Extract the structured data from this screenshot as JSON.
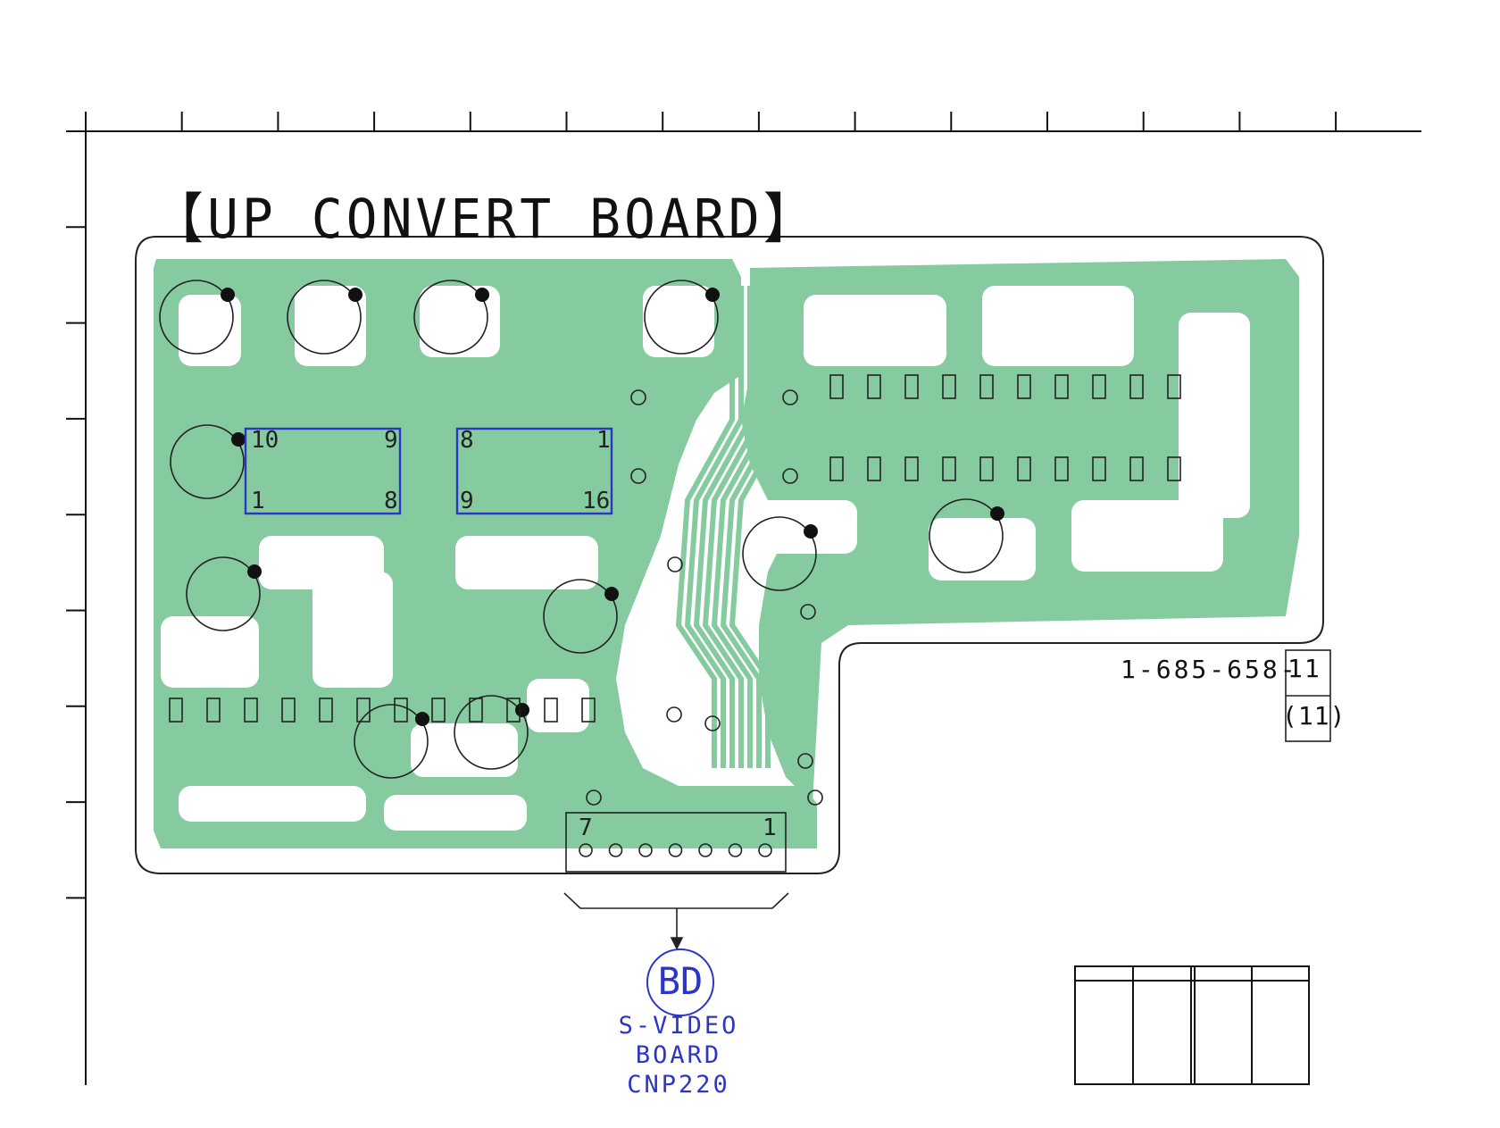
{
  "title": "【UP CONVERT BOARD】",
  "board_part_number": "1-685-658-",
  "revision_box": {
    "top": "11",
    "bottom": "(11)"
  },
  "ic_left": {
    "pins": [
      "10",
      "9",
      "1",
      "8"
    ]
  },
  "ic_right": {
    "pins": [
      "8",
      "1",
      "9",
      "16"
    ]
  },
  "connector": {
    "pin_first": "7",
    "pin_last": "1"
  },
  "reference": {
    "badge": "BD",
    "board_name": "S-VIDEO BOARD",
    "connector_name": "CNP220"
  },
  "colors": {
    "copper": "#86cba0",
    "outline": "#222222",
    "ic_outline": "#2c35c8",
    "reference_text": "#2c35c8"
  }
}
